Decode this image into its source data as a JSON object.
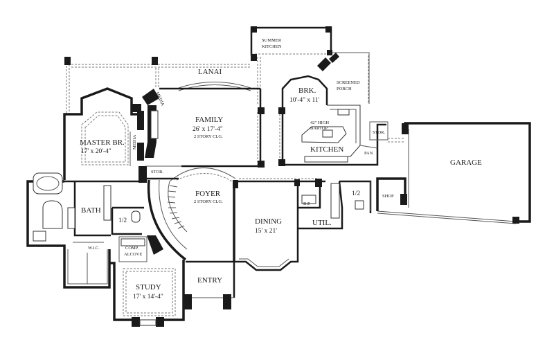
{
  "rooms": {
    "summer_kitchen": [
      "SUMMER",
      "KITCHEN"
    ],
    "lanai": "LANAI",
    "screened_porch": [
      "SCREENED",
      "PORCH"
    ],
    "brk": {
      "name": "BRK.",
      "dims": "10'-4\" x 11'"
    },
    "family": {
      "name": "FAMILY",
      "dims": "26' x 17'-4\"",
      "note": "2 STORY CLG."
    },
    "master": {
      "name": "MASTER BR.",
      "dims": "17' x 20'-4\""
    },
    "media_upper": "MEDIA",
    "media_lower": "MEDIA",
    "bartop": [
      "42\" HIGH",
      "BARTOP"
    ],
    "kitchen": "KITCHEN",
    "stor_kitchen": "STOR.",
    "pan": "PAN",
    "garage": "GARAGE",
    "stor_foyer": "STOR.",
    "foyer": {
      "name": "FOYER",
      "note": "2 STORY CLG."
    },
    "bp": "B.P.",
    "half_util": "1/2",
    "shop": "SHOP",
    "bath": "BATH",
    "half_bath": "1/2",
    "dining": {
      "name": "DINING",
      "dims": "15' x 21'"
    },
    "util": "UTIL.",
    "wic": "W.I.C.",
    "comp": [
      "COMP.",
      "ALCOVE"
    ],
    "entry": "ENTRY",
    "study": {
      "name": "STUDY",
      "dims": "17' x 14'-4\""
    }
  }
}
